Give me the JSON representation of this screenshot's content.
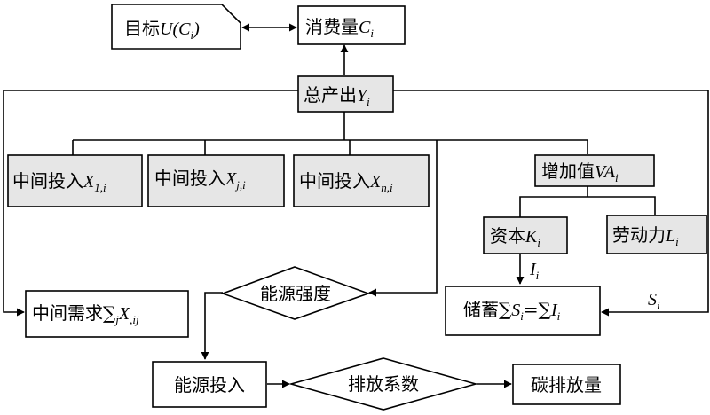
{
  "diagram": {
    "goal": {
      "text": "目标",
      "math": "U(C",
      "sub": "i",
      "close": ")"
    },
    "consumption": {
      "text": "消费量",
      "var": "C",
      "sub": "i"
    },
    "total_output": {
      "text": "总产出",
      "var": "Y",
      "sub": "i"
    },
    "intermediate_inputs": [
      {
        "text": "中间投入",
        "var": "X",
        "sub": "1,i"
      },
      {
        "text": "中间投入",
        "var": "X",
        "sub": "j,i"
      },
      {
        "text": "中间投入",
        "var": "X",
        "sub": "n,i"
      }
    ],
    "value_added": {
      "text": "增加值",
      "var": "VA",
      "sub": "i"
    },
    "capital": {
      "text": "资本",
      "var": "K",
      "sub": "i"
    },
    "labor": {
      "text": "劳动力",
      "var": "L",
      "sub": "i"
    },
    "intermediate_demand": {
      "text": "中间需求∑",
      "sub1": "j",
      "var": "X",
      "sub2": ",ij"
    },
    "energy_intensity": {
      "text": "能源强度"
    },
    "savings": {
      "text": "储蓄∑",
      "var1": "S",
      "sub1": "i",
      "eq": "=∑",
      "var2": "I",
      "sub2": "i"
    },
    "investment_flow": {
      "var": "I",
      "sub": "i"
    },
    "savings_flow": {
      "var": "S",
      "sub": "i"
    },
    "energy_input": {
      "text": "能源投入"
    },
    "emission_factor": {
      "text": "排放系数"
    },
    "carbon_emissions": {
      "text": "碳排放量"
    }
  },
  "colors": {
    "shaded": "#e6e6e6",
    "plain": "#ffffff",
    "stroke": "#000000"
  }
}
